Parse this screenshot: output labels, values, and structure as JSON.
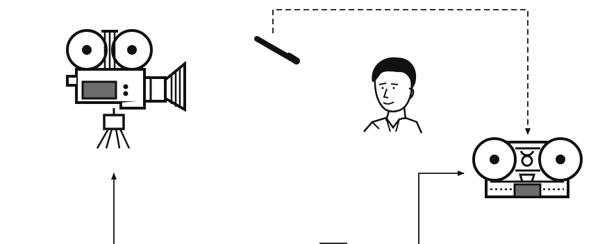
{
  "diagram": {
    "background": "#ffffff",
    "ink": "#111111",
    "shade": "#6d6d6d",
    "nodes": [
      {
        "id": "film-camera",
        "icon": "film-camera-icon"
      },
      {
        "id": "microphone",
        "icon": "microphone-icon"
      },
      {
        "id": "speaker-person",
        "icon": "person-icon"
      },
      {
        "id": "tape-recorder",
        "icon": "reel-to-reel-recorder-icon"
      }
    ],
    "connections": [
      {
        "from": "microphone",
        "to": "tape-recorder",
        "style": "dashed"
      },
      {
        "from": "bottom-edge",
        "to": "film-camera",
        "style": "solid"
      },
      {
        "from": "bottom-edge",
        "to": "tape-recorder",
        "style": "solid"
      }
    ]
  }
}
